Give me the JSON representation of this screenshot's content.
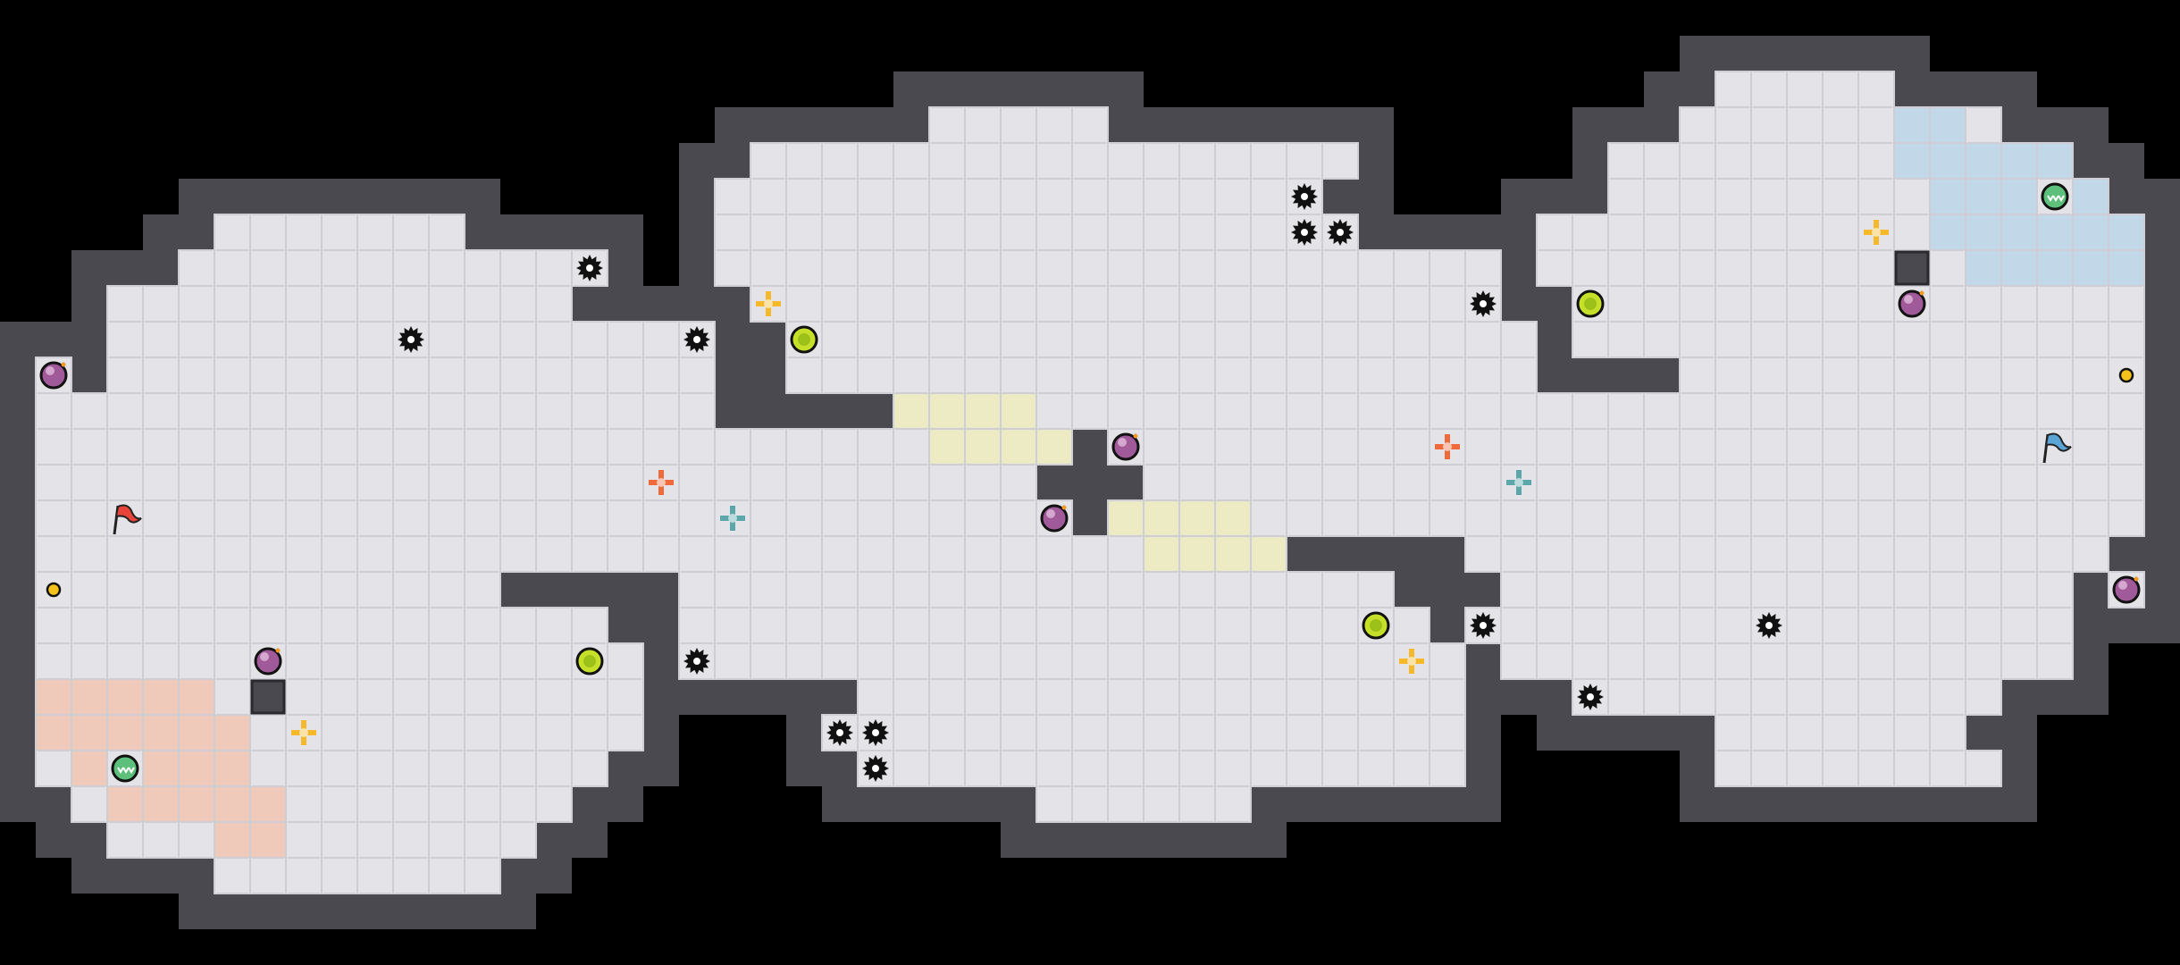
{
  "colors": {
    "background": "#000000",
    "floor": "#e4e3e8",
    "floor_edge": "#cfced6",
    "wall": "#4a494f",
    "wall_outline": "#2a292e",
    "zone_peach": "#efcabb",
    "zone_yellow": "#ecebc4",
    "zone_blue": "#c2d8e8",
    "team_red": "#e8443a",
    "team_blue": "#5aa5d6"
  },
  "icons": {
    "gear": "spike-gear-icon",
    "bomb": "bomb-icon",
    "lime_orb": "lime-orb-icon",
    "speed_orb": "speed-orb-icon",
    "plus_yellow": "plus-move-yellow-icon",
    "plus_orange": "plus-move-orange-icon",
    "plus_teal": "plus-move-teal-icon",
    "flag_red": "red-flag-icon",
    "flag_blue": "blue-flag-icon",
    "coin": "coin-icon"
  },
  "counts": {
    "gears": 14,
    "bombs": 6,
    "lime_orbs": 4,
    "speed_orbs": 2,
    "flags": 2,
    "coins": 2
  }
}
